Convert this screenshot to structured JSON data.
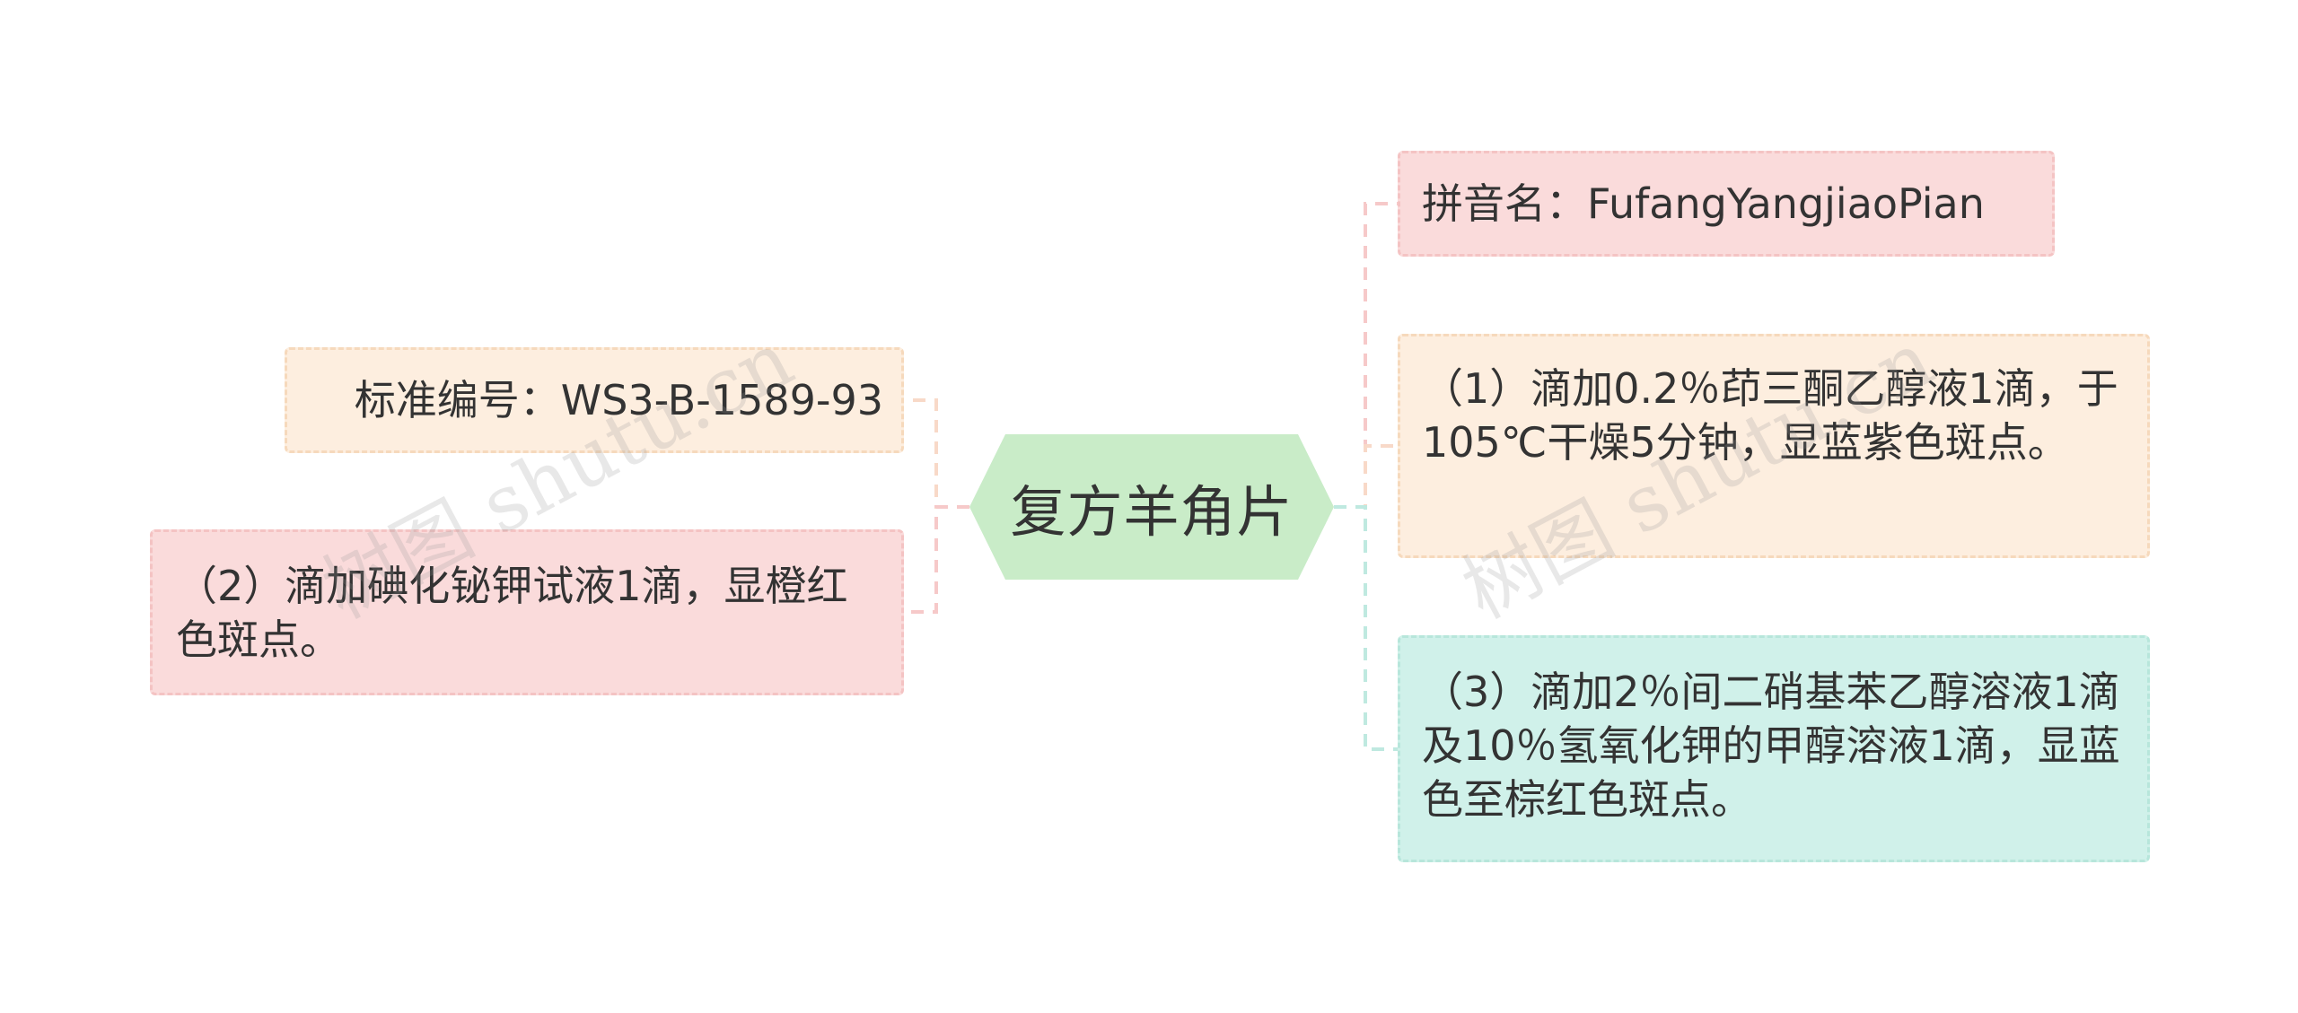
{
  "root": {
    "label": "复方羊角片"
  },
  "left_nodes": [
    {
      "text": "标准编号：WS3-B-1589-93"
    },
    {
      "text": "（2）滴加碘化铋钾试液1滴，显橙红色斑点。"
    }
  ],
  "right_nodes": [
    {
      "text": "拼音名：FufangYangjiaoPian"
    },
    {
      "text": "（1）滴加0.2％茚三酮乙醇液1滴，于105℃干燥5分钟，显蓝紫色斑点。"
    },
    {
      "text": "（3）滴加2％间二硝基苯乙醇溶液1滴及10％氢氧化钾的甲醇溶液1滴，显蓝色至棕红色斑点。"
    }
  ],
  "watermarks": [
    "树图 shutu.cn",
    "树图 shutu.cn"
  ],
  "colors": {
    "root_fill": "#c9ecc8",
    "peach_fill": "#fdeedf",
    "pink_fill": "#fadbdb",
    "mint_fill": "#d0f1ea",
    "connector_peach": "#f8d9c8",
    "connector_pink": "#f6c9c9",
    "connector_mint": "#bfe9e0"
  }
}
